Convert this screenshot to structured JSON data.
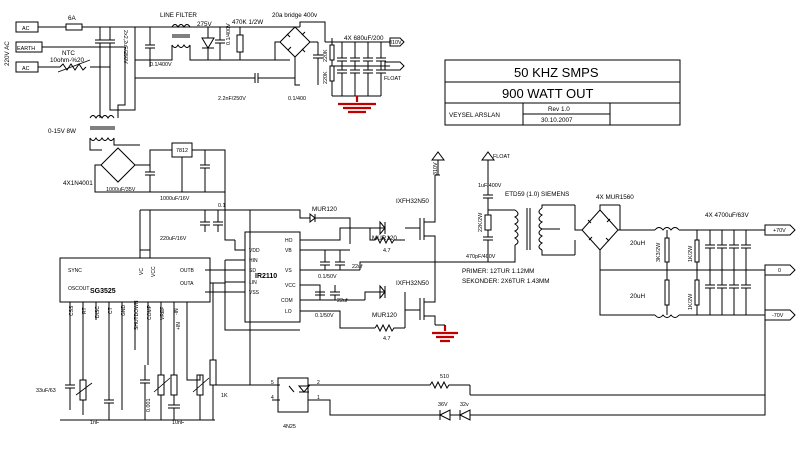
{
  "title_block": {
    "line1": "50 KHZ SMPS",
    "line2": "900 WATT OUT",
    "author": "VEYSEL ARSLAN",
    "rev": "Rev 1.0",
    "date": "30.10.2007"
  },
  "labels": {
    "mains": "220V AC",
    "ac1": "AC",
    "earth": "EARTH",
    "ac2": "AC",
    "fuse": "6A",
    "ntc": "NTC",
    "ntc_val": "10ohm-%20",
    "line_filter": "LINE FILTER",
    "mov": "275V",
    "r470k": "470K 1/2W",
    "bridge": "20a bridge 400v",
    "xcap": "2x2,2uF/250V",
    "cap01_400a": "0.1/400V",
    "cap01_400b": "0.1/400V",
    "cap22nf": "2.2nF/250V",
    "cap01_400c": "0.1/400",
    "r220k_a": "220K",
    "r220k_b": "220K",
    "bulk": "4X 680uF/200",
    "out310": "310V",
    "float": "FLOAT",
    "aux_tr": "0-15V 8W",
    "bridge_aux": "4X1N4001",
    "reg": "7812",
    "cap1000_35": "1000uF/35V",
    "cap1000_16": "1000uF/16V",
    "cap01a": "0.1",
    "cap220": "220uF/16V",
    "mur120a": "MUR120",
    "mur120b": "MUR120",
    "mur120c": "MUR120",
    "ixfh_a": "IXFH32N50",
    "ixfh_b": "IXFH32N50",
    "r47a": "4.7",
    "r47b": "4.7",
    "cap22uf_a": "22uf",
    "cap22uf_b": "22uf",
    "cap01_50a": "0.1/50V",
    "cap01_50b": "0.1/50V",
    "ir2110": "IR2110",
    "ir_vdd": "VDD",
    "ir_hin": "HIN",
    "ir_sd": "SD",
    "ir_lin": "LIN",
    "ir_vss": "VSS",
    "ir_ho": "HO",
    "ir_vb": "VB",
    "ir_vs": "VS",
    "ir_vcc": "VCC",
    "ir_com": "COM",
    "ir_lo": "LO",
    "sg3525": "SG3525",
    "sg_sync": "SYNC",
    "sg_oscout": "OSCOUT",
    "sg_outb": "OUTB",
    "sg_outa": "OUTA",
    "sg_vc": "VC",
    "sg_vcc": "VCC",
    "sg_inv": "-IN",
    "sg_ninv": "+IN",
    "sg_css": "CSS",
    "sg_rt": "RT",
    "sg_disc": "DISC",
    "sg_ct": "CT",
    "sg_gnd": "GND",
    "sg_shutdown": "SHUTDOWN",
    "sg_comp": "COMP",
    "sg_vref": "VREF",
    "cap1uf": "1uF/400V",
    "etd59": "ETD59 (1.0) SIEMENS",
    "r22k": "22K/2W",
    "cap470pf": "470pF/400V",
    "primer": "PRIMER: 12TUR 1.12MM",
    "sekonder": "SEKONDER: 2X6TUR 1.43MM",
    "mur1560": "4X MUR1560",
    "cap4700": "4X 4700uF/63V",
    "l20uh_a": "20uH",
    "l20uh_b": "20uH",
    "r1k_a": "1K/2W",
    "r1k_b": "1K/2W",
    "r3k3": "3K3/2W",
    "out_p70": "+70V",
    "out_0": "0",
    "out_m70": "-70V",
    "cap33": "33uF/63",
    "cap1nf": "1nF",
    "cap10nf": "10nF",
    "cap_0001": "0.001",
    "r1k": "1K",
    "r510": "510",
    "z36": "36V",
    "z32": "32v",
    "opto": "4N25"
  }
}
